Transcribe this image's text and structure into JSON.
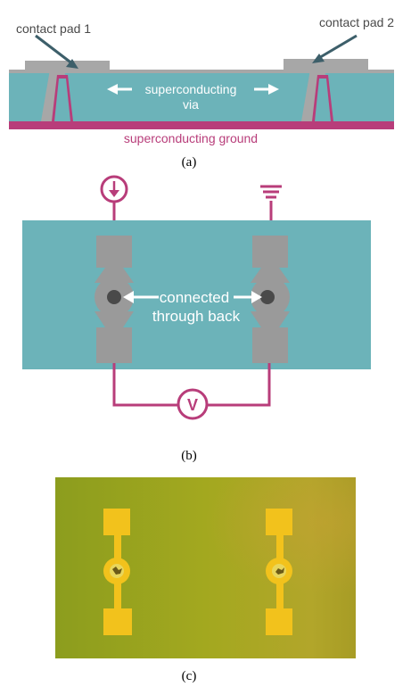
{
  "panel_a": {
    "label_pad1": "contact pad 1",
    "label_pad2": "contact pad 2",
    "label_via_1": "superconducting",
    "label_via_2": "via",
    "label_ground": "superconducting ground",
    "caption": "(a)"
  },
  "panel_b": {
    "label_connected_1": "connected",
    "label_connected_2": "through back",
    "voltmeter_symbol": "V",
    "caption": "(b)"
  },
  "panel_c": {
    "caption": "(c)"
  },
  "colors": {
    "substrate_teal": "#6cb3b9",
    "pad_gray": "#9a9a9a",
    "ground_magenta": "#b83d7a",
    "arrow_dark": "#3d5f6a",
    "photo_green": "#a5a81e",
    "gold_pad": "#f2c21c"
  }
}
